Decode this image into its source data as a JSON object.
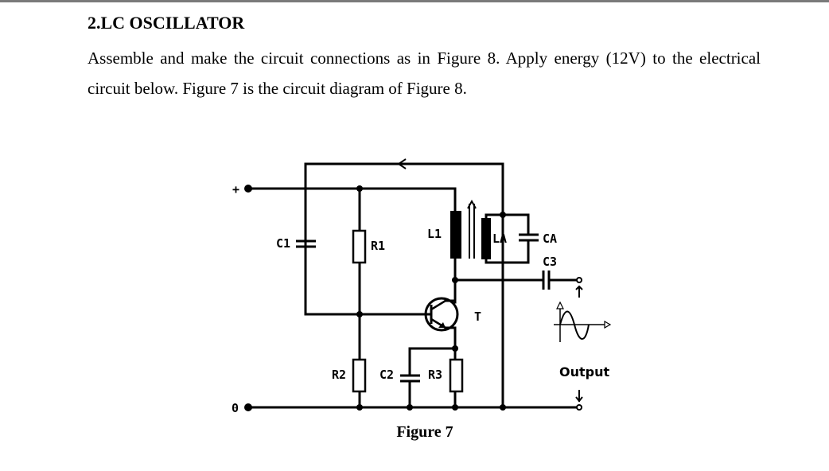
{
  "section": {
    "heading": "2.LC OSCILLATOR",
    "paragraph": "Assemble and make the circuit connections as in Figure 8. Apply energy (12V) to the electrical circuit below. Figure 7 is the circuit diagram of Figure 8."
  },
  "figure": {
    "caption": "Figure 7",
    "labels": {
      "plus": "+",
      "zero": "0",
      "c1": "C1",
      "r1": "R1",
      "l1": "L1",
      "la": "LA",
      "ca": "CA",
      "c3": "C3",
      "t": "T",
      "r2": "R2",
      "c2": "C2",
      "r3": "R3",
      "output": "Output"
    }
  }
}
